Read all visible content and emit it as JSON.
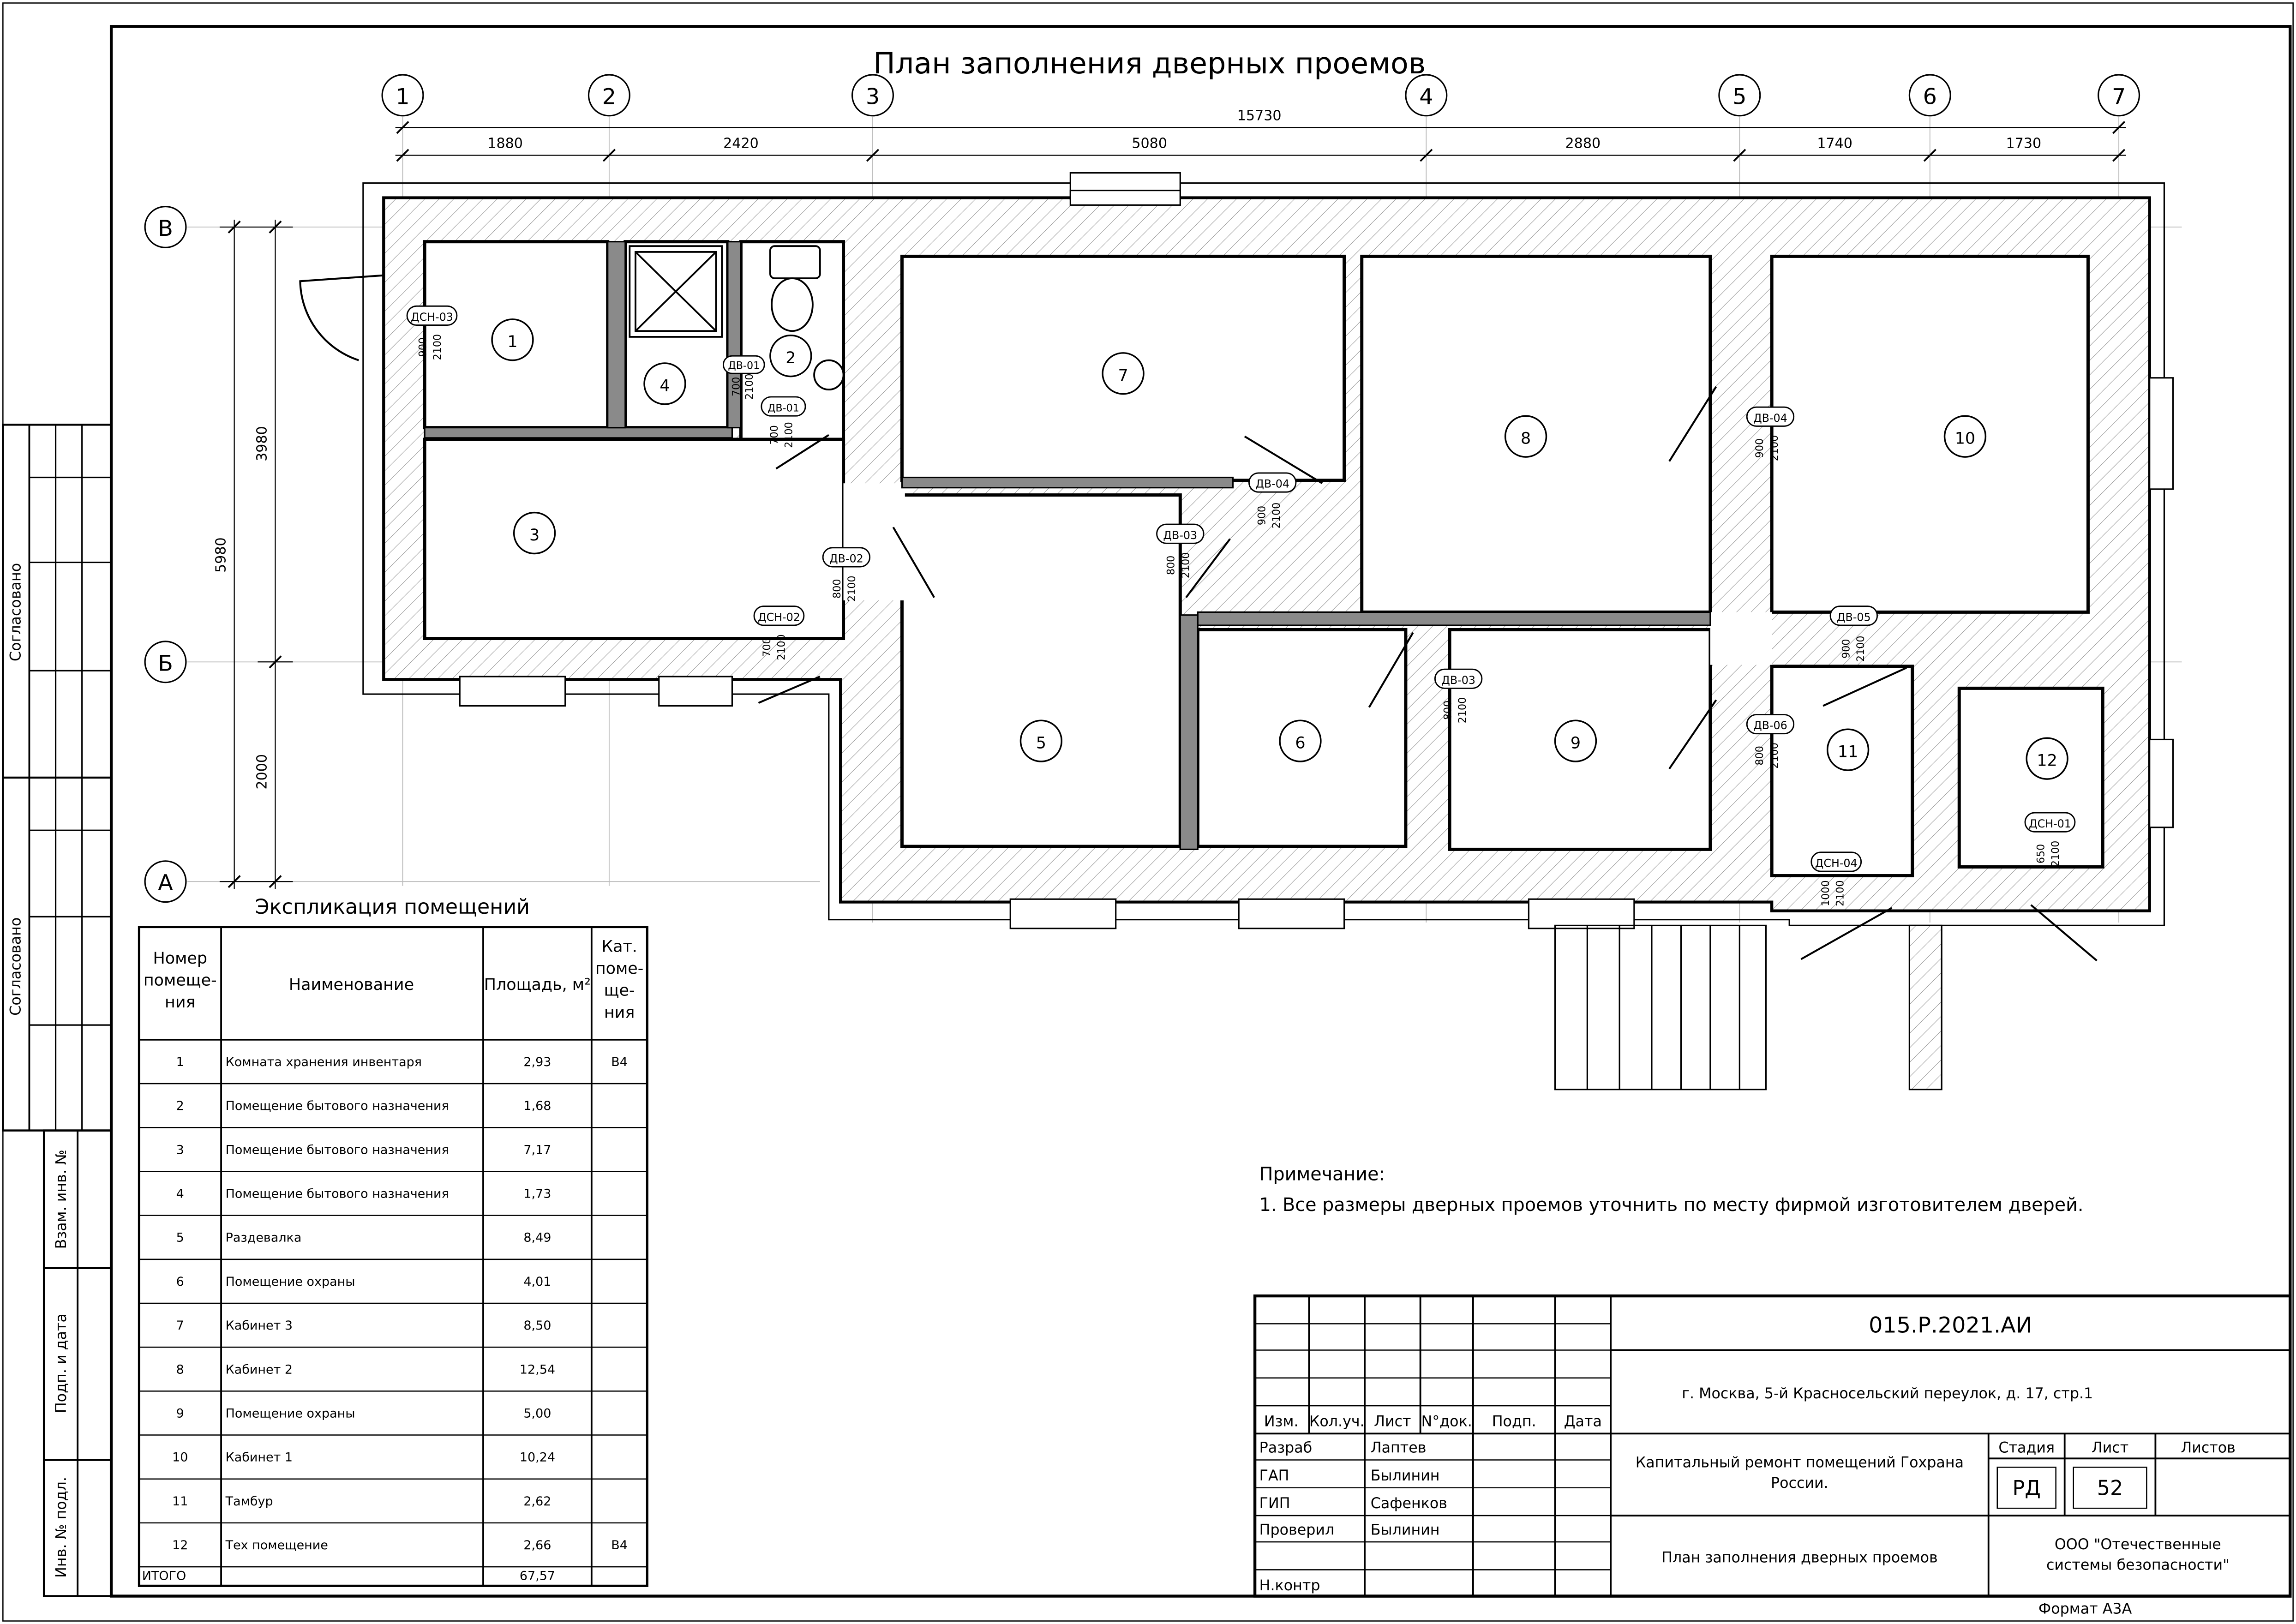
{
  "title": "План заполнения дверных проемов",
  "axes_columns": [
    {
      "label": "1"
    },
    {
      "label": "2"
    },
    {
      "label": "3"
    },
    {
      "label": "4"
    },
    {
      "label": "5"
    },
    {
      "label": "6"
    },
    {
      "label": "7"
    }
  ],
  "axes_rows": [
    {
      "label": "В"
    },
    {
      "label": "Б"
    },
    {
      "label": "А"
    }
  ],
  "dimensions": {
    "overall": "15730",
    "spans": [
      "1880",
      "2420",
      "5080",
      "2880",
      "1740",
      "1730"
    ],
    "vertical_total": "5980",
    "vertical_upper": "3980",
    "vertical_lower": "2000"
  },
  "rooms": [
    "1",
    "2",
    "3",
    "4",
    "5",
    "6",
    "7",
    "8",
    "9",
    "10",
    "11",
    "12"
  ],
  "door_tags": [
    {
      "mark": "ДСН-03",
      "w": "900",
      "h": "2100"
    },
    {
      "mark": "ДВ-01",
      "w": "700",
      "h": "2100"
    },
    {
      "mark": "ДВ-01",
      "w": "700",
      "h": "2100"
    },
    {
      "mark": "ДВ-02",
      "w": "800",
      "h": "2100"
    },
    {
      "mark": "ДСН-02",
      "w": "700",
      "h": "2100"
    },
    {
      "mark": "ДВ-04",
      "w": "900",
      "h": "2100"
    },
    {
      "mark": "ДВ-03",
      "w": "800",
      "h": "2100"
    },
    {
      "mark": "ДВ-04",
      "w": "900",
      "h": "2100"
    },
    {
      "mark": "ДВ-03",
      "w": "800",
      "h": "2100"
    },
    {
      "mark": "ДВ-05",
      "w": "900",
      "h": "2100"
    },
    {
      "mark": "ДВ-06",
      "w": "800",
      "h": "2100"
    },
    {
      "mark": "ДСН-04",
      "w": "1000",
      "h": "2100"
    },
    {
      "mark": "ДСН-01",
      "w": "650",
      "h": "2100"
    }
  ],
  "explication": {
    "title": "Экспликация помещений",
    "headers": [
      "Номер помеще-ния",
      "Наименование",
      "Площадь, м²",
      "Кат. поме-ще-ния"
    ],
    "rows": [
      {
        "num": "1",
        "name": "Комната хранения инвентаря",
        "area": "2,93",
        "cat": "В4"
      },
      {
        "num": "2",
        "name": "Помещение бытового назначения",
        "area": "1,68",
        "cat": ""
      },
      {
        "num": "3",
        "name": "Помещение бытового назначения",
        "area": "7,17",
        "cat": ""
      },
      {
        "num": "4",
        "name": "Помещение бытового назначения",
        "area": "1,73",
        "cat": ""
      },
      {
        "num": "5",
        "name": "Раздевалка",
        "area": "8,49",
        "cat": ""
      },
      {
        "num": "6",
        "name": "Помещение охраны",
        "area": "4,01",
        "cat": ""
      },
      {
        "num": "7",
        "name": "Кабинет 3",
        "area": "8,50",
        "cat": ""
      },
      {
        "num": "8",
        "name": "Кабинет 2",
        "area": "12,54",
        "cat": ""
      },
      {
        "num": "9",
        "name": "Помещение охраны",
        "area": "5,00",
        "cat": ""
      },
      {
        "num": "10",
        "name": "Кабинет 1",
        "area": "10,24",
        "cat": ""
      },
      {
        "num": "11",
        "name": "Тамбур",
        "area": "2,62",
        "cat": ""
      },
      {
        "num": "12",
        "name": "Тех помещение",
        "area": "2,66",
        "cat": "В4"
      }
    ],
    "total_label": "ИТОГО",
    "total_area": "67,57"
  },
  "note": {
    "heading": "Примечание:",
    "line1": "1. Все размеры дверных проемов уточнить по месту фирмой изготовителем дверей."
  },
  "left_strip": {
    "agreed1": "Согласовано",
    "agreed2": "Согласовано",
    "vzam": "Взам. инв. №",
    "podp": "Подп. и дата",
    "inv": "Инв. № подл."
  },
  "stamp": {
    "code": "015.Р.2021.АИ",
    "address": "г. Москва, 5-й Красносельский переулок, д. 17, стр.1",
    "project": "Капитальный ремонт помещений Гохрана России.",
    "sheet_title": "План заполнения дверных проемов",
    "company": "ООО \"Отечественные системы безопасности\"",
    "col_izm": "Изм.",
    "col_koluch": "Кол.уч.",
    "col_list": "Лист",
    "col_ndok": "N°док.",
    "col_podp": "Подп.",
    "col_data": "Дата",
    "stadia_label": "Стадия",
    "list_label": "Лист",
    "listov_label": "Листов",
    "stadia": "РД",
    "list": "52",
    "listov": "",
    "roles": [
      {
        "role": "Разраб",
        "name": "Лаптев"
      },
      {
        "role": "ГАП",
        "name": "Былинин"
      },
      {
        "role": "ГИП",
        "name": "Сафенков"
      },
      {
        "role": "Проверил",
        "name": "Былинин"
      },
      {
        "role": "",
        "name": ""
      },
      {
        "role": "Н.контр",
        "name": ""
      }
    ],
    "format": "Формат А3А"
  },
  "colors": {
    "line": "#000000",
    "hatch": "#8a8a8a",
    "grid": "#bdbdbd",
    "paper": "#ffffff"
  }
}
